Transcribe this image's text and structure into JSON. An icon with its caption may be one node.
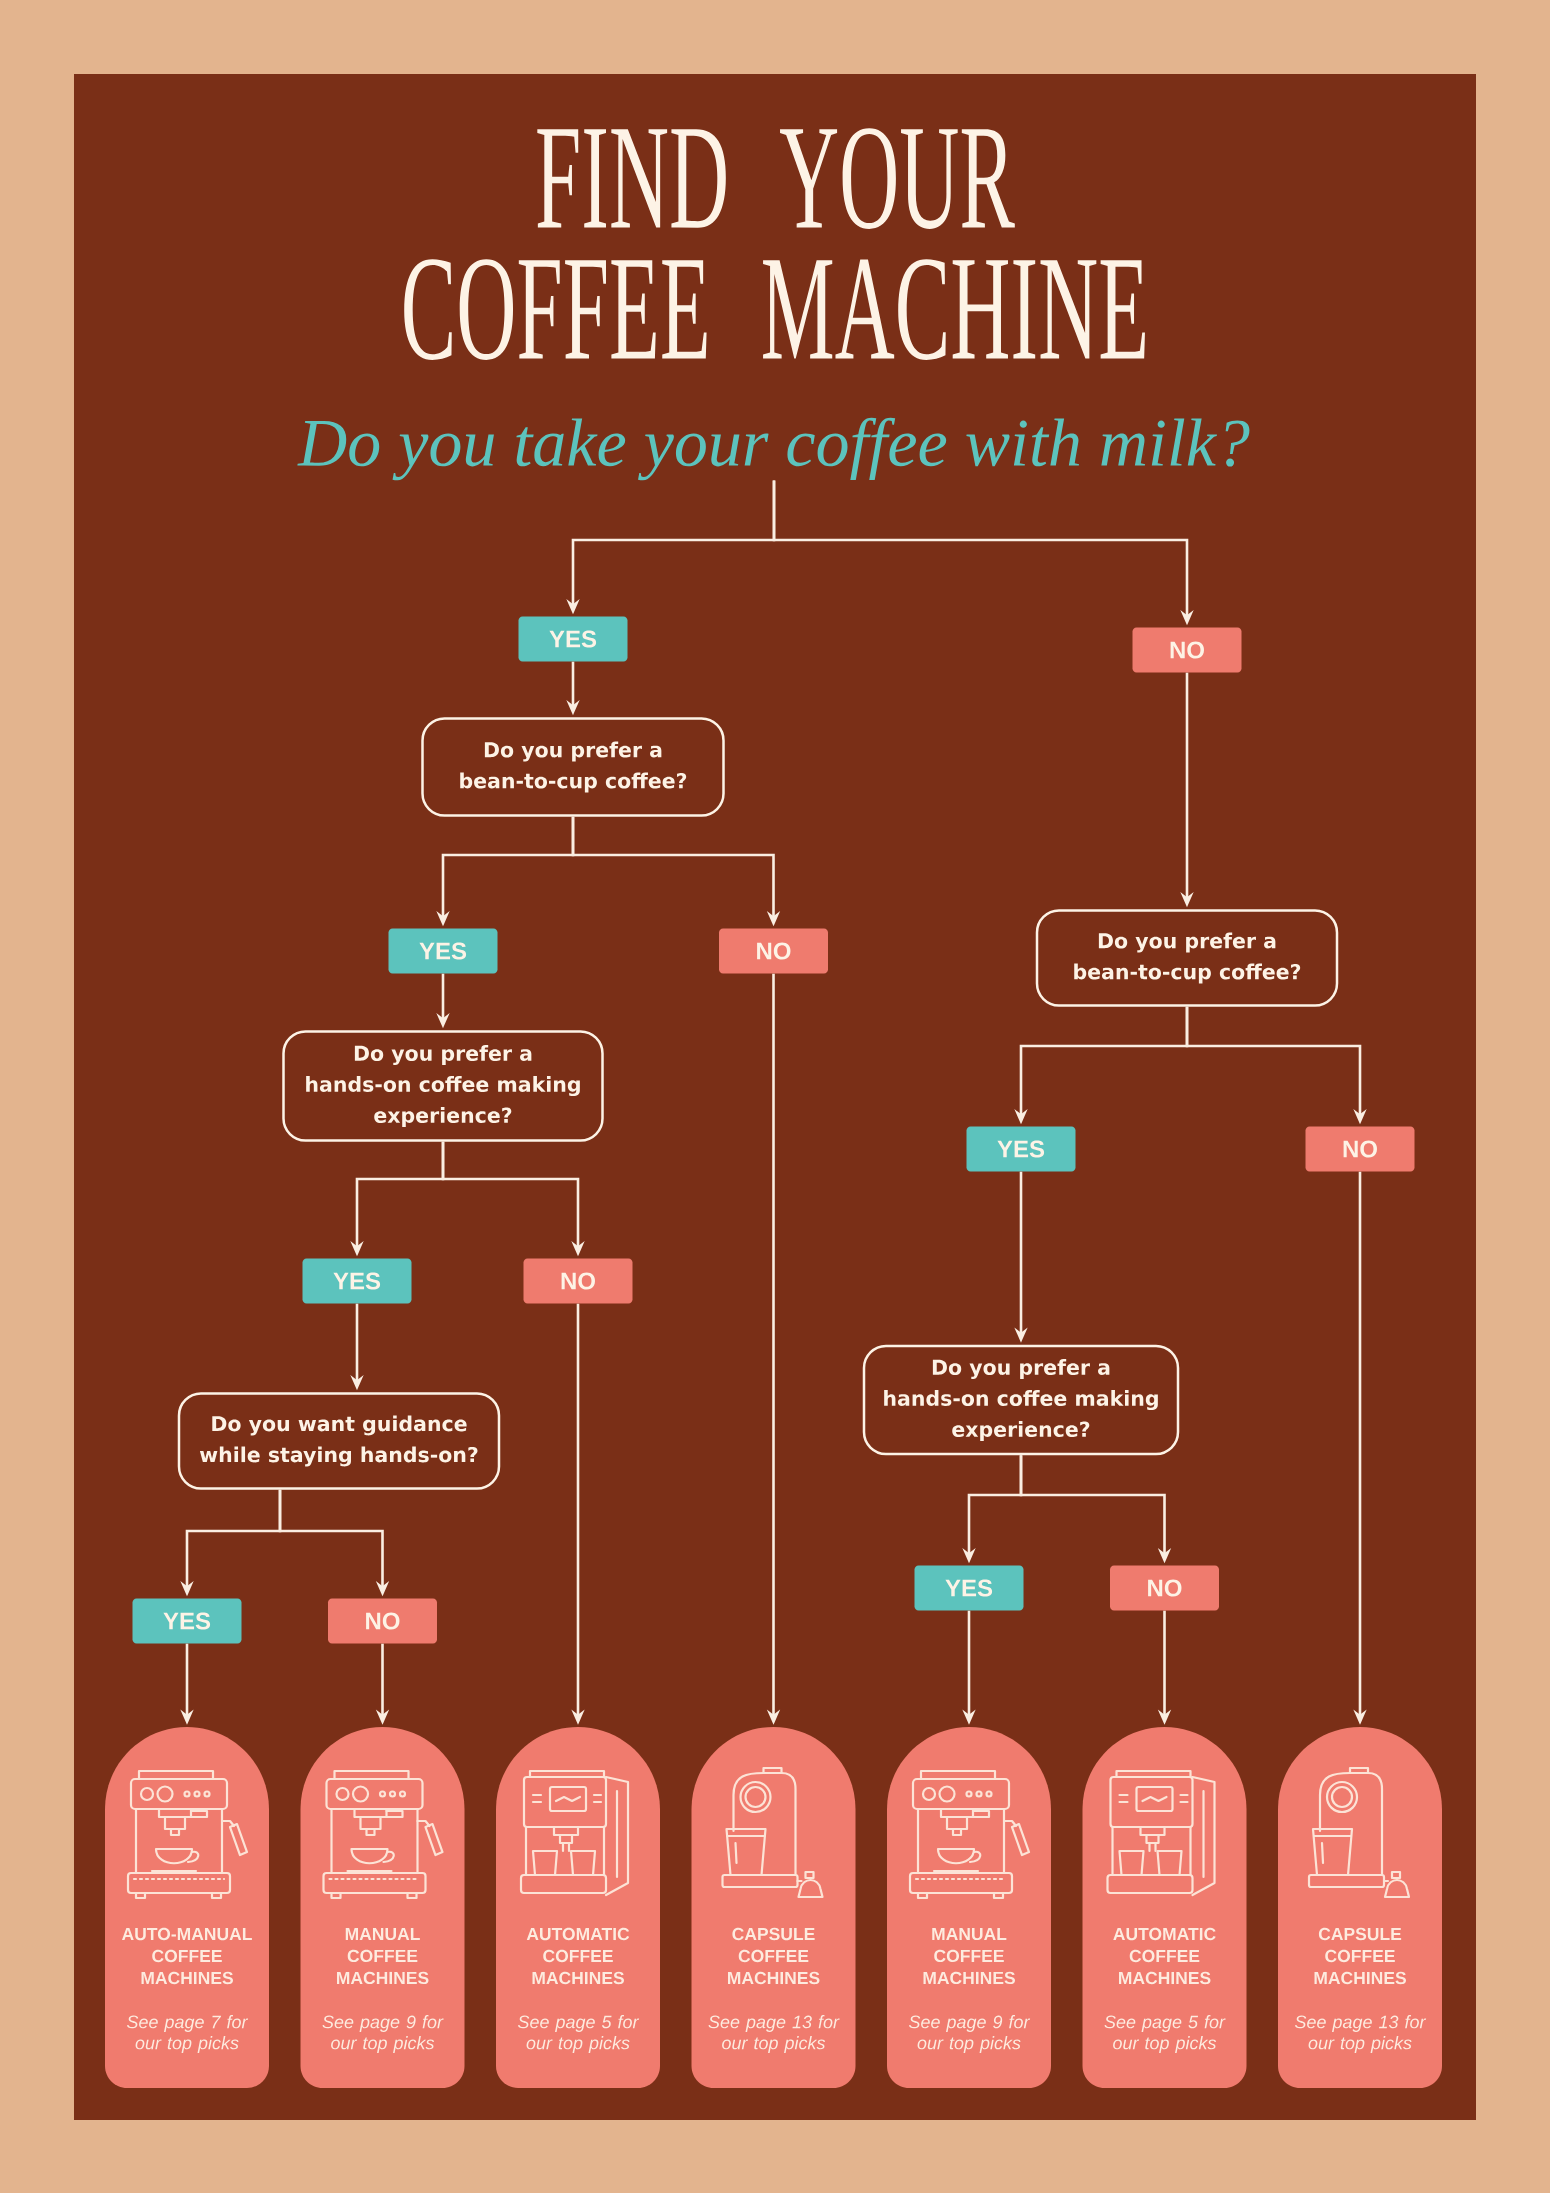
{
  "diagram": {
    "title": "FIND YOUR COFFEE MACHINE",
    "nodes": [
      {
        "text": [
          "Do you take your coffee with milk?"
        ]
      },
      {
        "text": [
          "YES"
        ]
      },
      {
        "text": [
          "NO"
        ]
      },
      {
        "text": [
          "Do you prefer a bean-to-cup coffee?"
        ]
      },
      {
        "text": [
          "YES"
        ]
      },
      {
        "text": [
          "NO"
        ]
      },
      {
        "text": [
          "Do you prefer a bean-to-cup coffee?"
        ]
      },
      {
        "text": [
          "Do you prefer a hands-on coffee making experience?"
        ]
      },
      {
        "text": [
          "YES"
        ]
      },
      {
        "text": [
          "NO"
        ]
      },
      {
        "text": [
          "YES"
        ]
      },
      {
        "text": [
          "NO"
        ]
      },
      {
        "text": [
          "Do you prefer a hands-on coffee making experience?"
        ]
      },
      {
        "text": [
          "Do you want guidance while staying hands-on?"
        ]
      },
      {
        "text": [
          "YES"
        ]
      },
      {
        "text": [
          "NO"
        ]
      },
      {
        "text": [
          "YES"
        ]
      },
      {
        "text": [
          "NO"
        ]
      },
      {
        "text": [
          "AUTO-MANUAL COFFEE MACHINES",
          "See page 7 for our top picks"
        ]
      },
      {
        "text": [
          "MANUAL COFFEE MACHINES",
          "See page 9 for our top picks"
        ]
      },
      {
        "text": [
          "AUTOMATIC COFFEE MACHINES",
          "See page 5 for our top picks"
        ]
      },
      {
        "text": [
          "CAPSULE COFFEE MACHINES",
          "See page 13 for our top picks"
        ]
      },
      {
        "text": [
          "MANUAL COFFEE MACHINES",
          "See page 9 for our top picks"
        ]
      },
      {
        "text": [
          "AUTOMATIC COFFEE MACHINES",
          "See page 5 for our top picks"
        ]
      },
      {
        "text": [
          "CAPSULE COFFEE MACHINES",
          "See page 13 for our top picks"
        ]
      }
    ],
    "edges": [
      {
        "from": 0,
        "to": 1,
        "arrow": "to"
      },
      {
        "from": 0,
        "to": 2,
        "arrow": "to"
      },
      {
        "from": 1,
        "to": 3,
        "arrow": "to"
      },
      {
        "from": 2,
        "to": 6,
        "arrow": "to"
      },
      {
        "from": 3,
        "to": 4,
        "arrow": "to"
      },
      {
        "from": 3,
        "to": 5,
        "arrow": "to"
      },
      {
        "from": 6,
        "to": 8,
        "arrow": "to"
      },
      {
        "from": 6,
        "to": 9,
        "arrow": "to"
      },
      {
        "from": 4,
        "to": 7,
        "arrow": "to"
      },
      {
        "from": 5,
        "to": 21,
        "arrow": "to"
      },
      {
        "from": 7,
        "to": 10,
        "arrow": "to"
      },
      {
        "from": 7,
        "to": 11,
        "arrow": "to"
      },
      {
        "from": 8,
        "to": 12,
        "arrow": "to"
      },
      {
        "from": 9,
        "to": 24,
        "arrow": "to"
      },
      {
        "from": 10,
        "to": 13,
        "arrow": "to"
      },
      {
        "from": 11,
        "to": 20,
        "arrow": "to"
      },
      {
        "from": 12,
        "to": 14,
        "arrow": "to"
      },
      {
        "from": 12,
        "to": 15,
        "arrow": "to"
      },
      {
        "from": 13,
        "to": 16,
        "arrow": "to"
      },
      {
        "from": 13,
        "to": 17,
        "arrow": "to"
      },
      {
        "from": 14,
        "to": 22,
        "arrow": "to"
      },
      {
        "from": 15,
        "to": 23,
        "arrow": "to"
      },
      {
        "from": 16,
        "to": 18,
        "arrow": "to"
      },
      {
        "from": 17,
        "to": 19,
        "arrow": "to"
      }
    ]
  }
}
